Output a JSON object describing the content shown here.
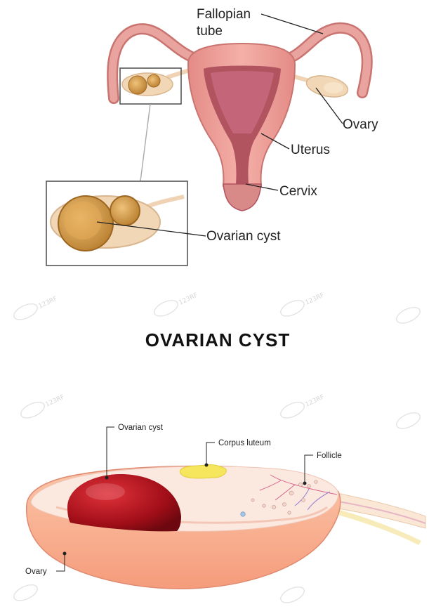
{
  "title": "OVARIAN CYST",
  "top_labels": {
    "fallopian_tube_line1": "Fallopian",
    "fallopian_tube_line2": "tube",
    "ovary": "Ovary",
    "uterus": "Uterus",
    "cervix": "Cervix",
    "ovarian_cyst": "Ovarian cyst"
  },
  "bottom_labels": {
    "ovarian_cyst": "Ovarian cyst",
    "corpus_luteum": "Corpus luteum",
    "follicle": "Follicle",
    "ovary": "Ovary"
  },
  "watermark": "123RF",
  "colors": {
    "tube": "#e9a4a0",
    "tube_edge": "#c97470",
    "uterus_outer": "#ee9e98",
    "uterus_inner": "#b25360",
    "ovary_top": "#f1d7b6",
    "cyst_yellow": "#d8a24a",
    "ovary_pink": "#f9b79a",
    "cyst_red": "#b3121c",
    "corpus_yellow": "#f5e65e",
    "frame": "#555555"
  }
}
